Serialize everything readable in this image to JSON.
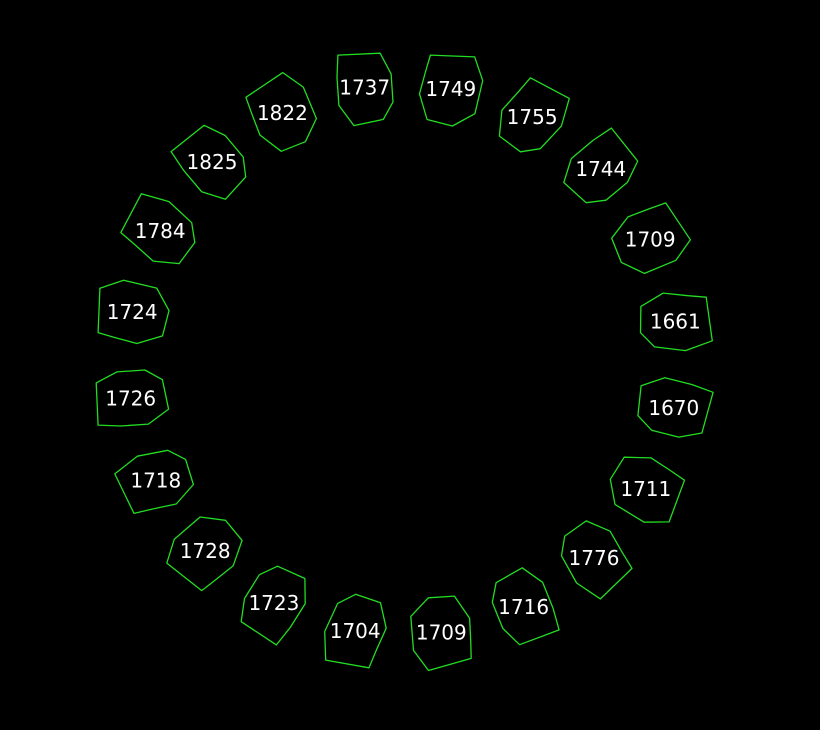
{
  "colors": {
    "background": "#000000",
    "outline": "#22dd22",
    "label": "#ffffff"
  },
  "ring": {
    "slots": [
      {
        "label": "1737"
      },
      {
        "label": "1749"
      },
      {
        "label": "1755"
      },
      {
        "label": "1744"
      },
      {
        "label": "1709"
      },
      {
        "label": "1661"
      },
      {
        "label": "1670"
      },
      {
        "label": "1711"
      },
      {
        "label": "1776"
      },
      {
        "label": "1716"
      },
      {
        "label": "1709"
      },
      {
        "label": "1704"
      },
      {
        "label": "1723"
      },
      {
        "label": "1728"
      },
      {
        "label": "1718"
      },
      {
        "label": "1726"
      },
      {
        "label": "1724"
      },
      {
        "label": "1784"
      },
      {
        "label": "1825"
      },
      {
        "label": "1822"
      }
    ]
  }
}
